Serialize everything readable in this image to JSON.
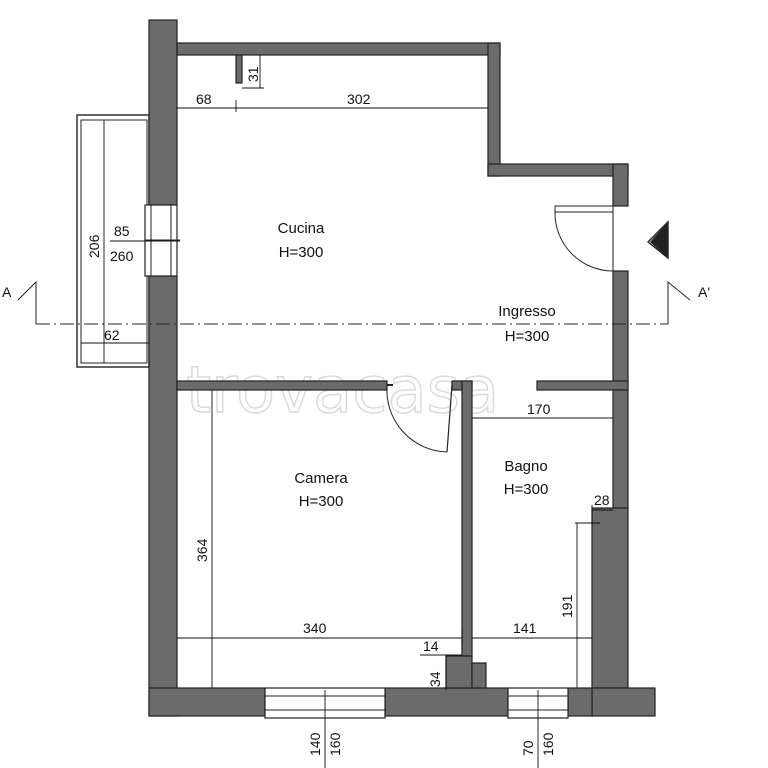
{
  "rooms": {
    "cucina": {
      "name": "Cucina",
      "height": "H=300"
    },
    "ingresso": {
      "name": "Ingresso",
      "height": "H=300"
    },
    "camera": {
      "name": "Camera",
      "height": "H=300"
    },
    "bagno": {
      "name": "Bagno",
      "height": "H=300"
    }
  },
  "dimensions": {
    "d68": "68",
    "d302": "302",
    "d31": "31",
    "d206": "206",
    "d85": "85",
    "d260": "260",
    "d62": "62",
    "d170": "170",
    "d28": "28",
    "d364": "364",
    "d191": "191",
    "d340": "340",
    "d14": "14",
    "d141": "141",
    "d34": "34",
    "d140": "140",
    "d160a": "160",
    "d70": "70",
    "d160b": "160"
  },
  "section": {
    "left": "A",
    "right": "A'"
  },
  "watermark": "trovacasa"
}
